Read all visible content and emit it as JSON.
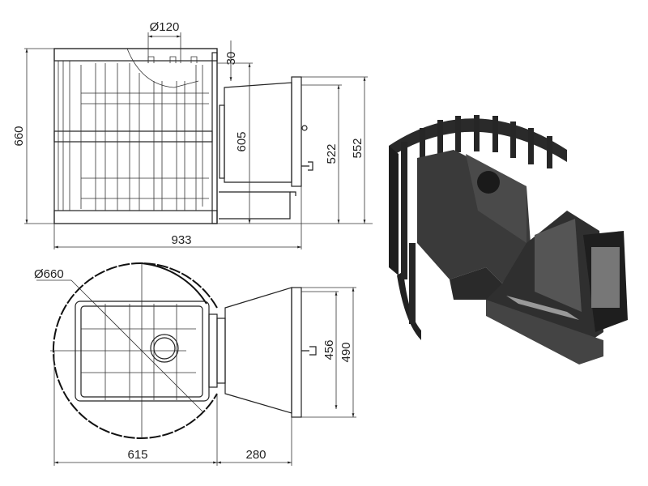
{
  "side_view": {
    "dims": {
      "flue_diameter": "Ø120",
      "flue_offset": "30",
      "total_height": "660",
      "firebox_height": "605",
      "door_inner_height": "522",
      "door_outer_height": "552",
      "total_length": "933"
    }
  },
  "top_view": {
    "dims": {
      "grille_diameter": "Ø660",
      "body_length": "615",
      "tunnel_length": "280",
      "door_inner_width": "456",
      "door_outer_width": "490"
    }
  },
  "render_3d": {
    "colors": {
      "body": "#3a3a3a",
      "dark": "#1e1e1e",
      "light": "#6b6b6b"
    }
  }
}
